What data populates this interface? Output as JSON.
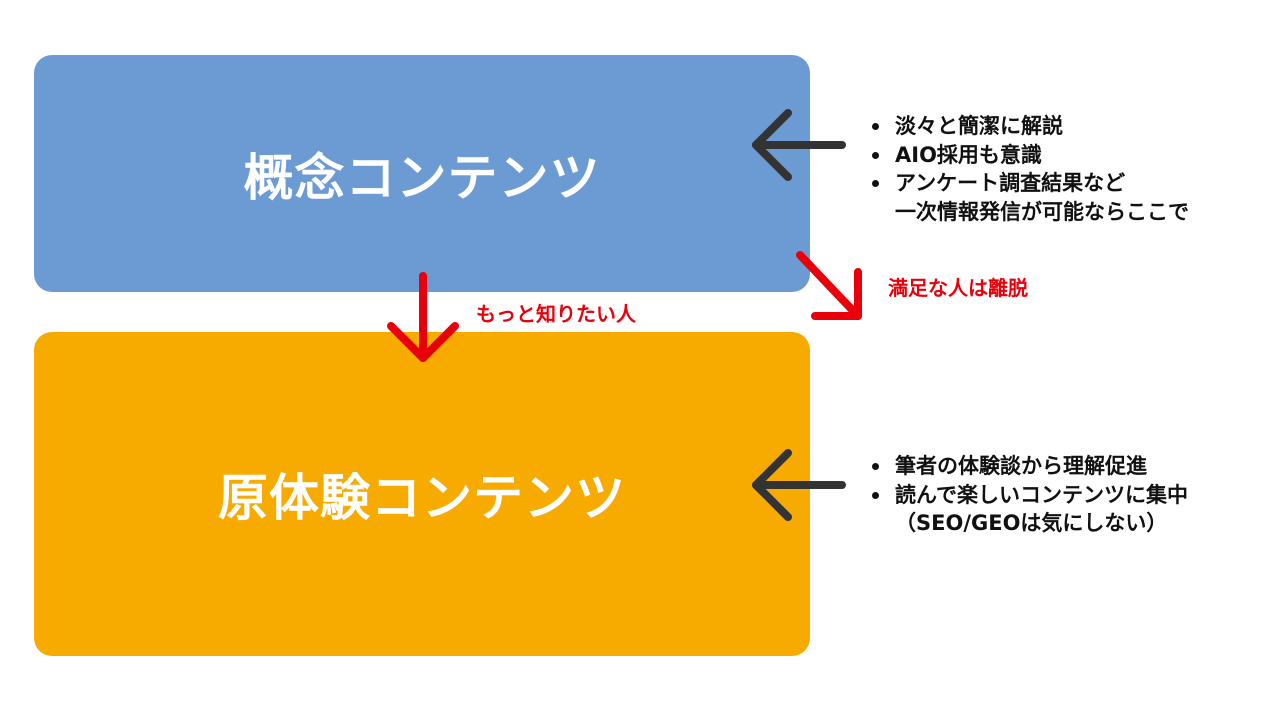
{
  "concept": {
    "title": "概念コンテンツ",
    "color": "#6b9bd2",
    "bullets": [
      {
        "lines": [
          "淡々と簡潔に解説"
        ]
      },
      {
        "lines": [
          "AIO採用も意識"
        ]
      },
      {
        "lines": [
          "アンケート調査結果など",
          "一次情報発信が可能ならここで"
        ]
      }
    ]
  },
  "experience": {
    "title": "原体験コンテンツ",
    "color": "#f7ab00",
    "bullets": [
      {
        "lines": [
          "筆者の体験談から理解促進"
        ]
      },
      {
        "lines": [
          "読んで楽しいコンテンツに集中",
          "（SEO/GEOは気にしない）"
        ]
      }
    ]
  },
  "flow": {
    "to_experience_label": "もっと知りたい人",
    "exit_label": "満足な人は離脱",
    "arrow_color": "#e8000b",
    "pointer_color": "#333333"
  }
}
